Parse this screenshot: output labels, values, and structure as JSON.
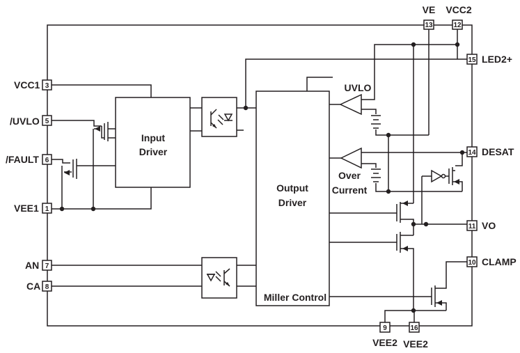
{
  "blocks": {
    "input_driver": [
      "Input",
      "Driver"
    ],
    "output_driver": [
      "Output",
      "Driver"
    ],
    "miller_control": "Miller Control",
    "uvlo": "UVLO",
    "over_current": [
      "Over",
      "Current"
    ]
  },
  "pins": {
    "vcc1": {
      "name": "VCC1",
      "num": "3"
    },
    "uvlo": {
      "name": "/UVLO",
      "num": "5"
    },
    "fault": {
      "name": "/FAULT",
      "num": "6"
    },
    "vee1": {
      "name": "VEE1",
      "num": "1"
    },
    "an": {
      "name": "AN",
      "num": "7"
    },
    "ca": {
      "name": "CA",
      "num": "8"
    },
    "ve": {
      "name": "VE",
      "num": "13"
    },
    "vcc2": {
      "name": "VCC2",
      "num": "12"
    },
    "led2": {
      "name": "LED2+",
      "num": "15"
    },
    "desat": {
      "name": "DESAT",
      "num": "14"
    },
    "vo": {
      "name": "VO",
      "num": "11"
    },
    "clamp": {
      "name": "CLAMP",
      "num": "10"
    },
    "vee2a": {
      "name": "VEE2",
      "num": "9"
    },
    "vee2b": {
      "name": "VEE2",
      "num": "16"
    }
  }
}
